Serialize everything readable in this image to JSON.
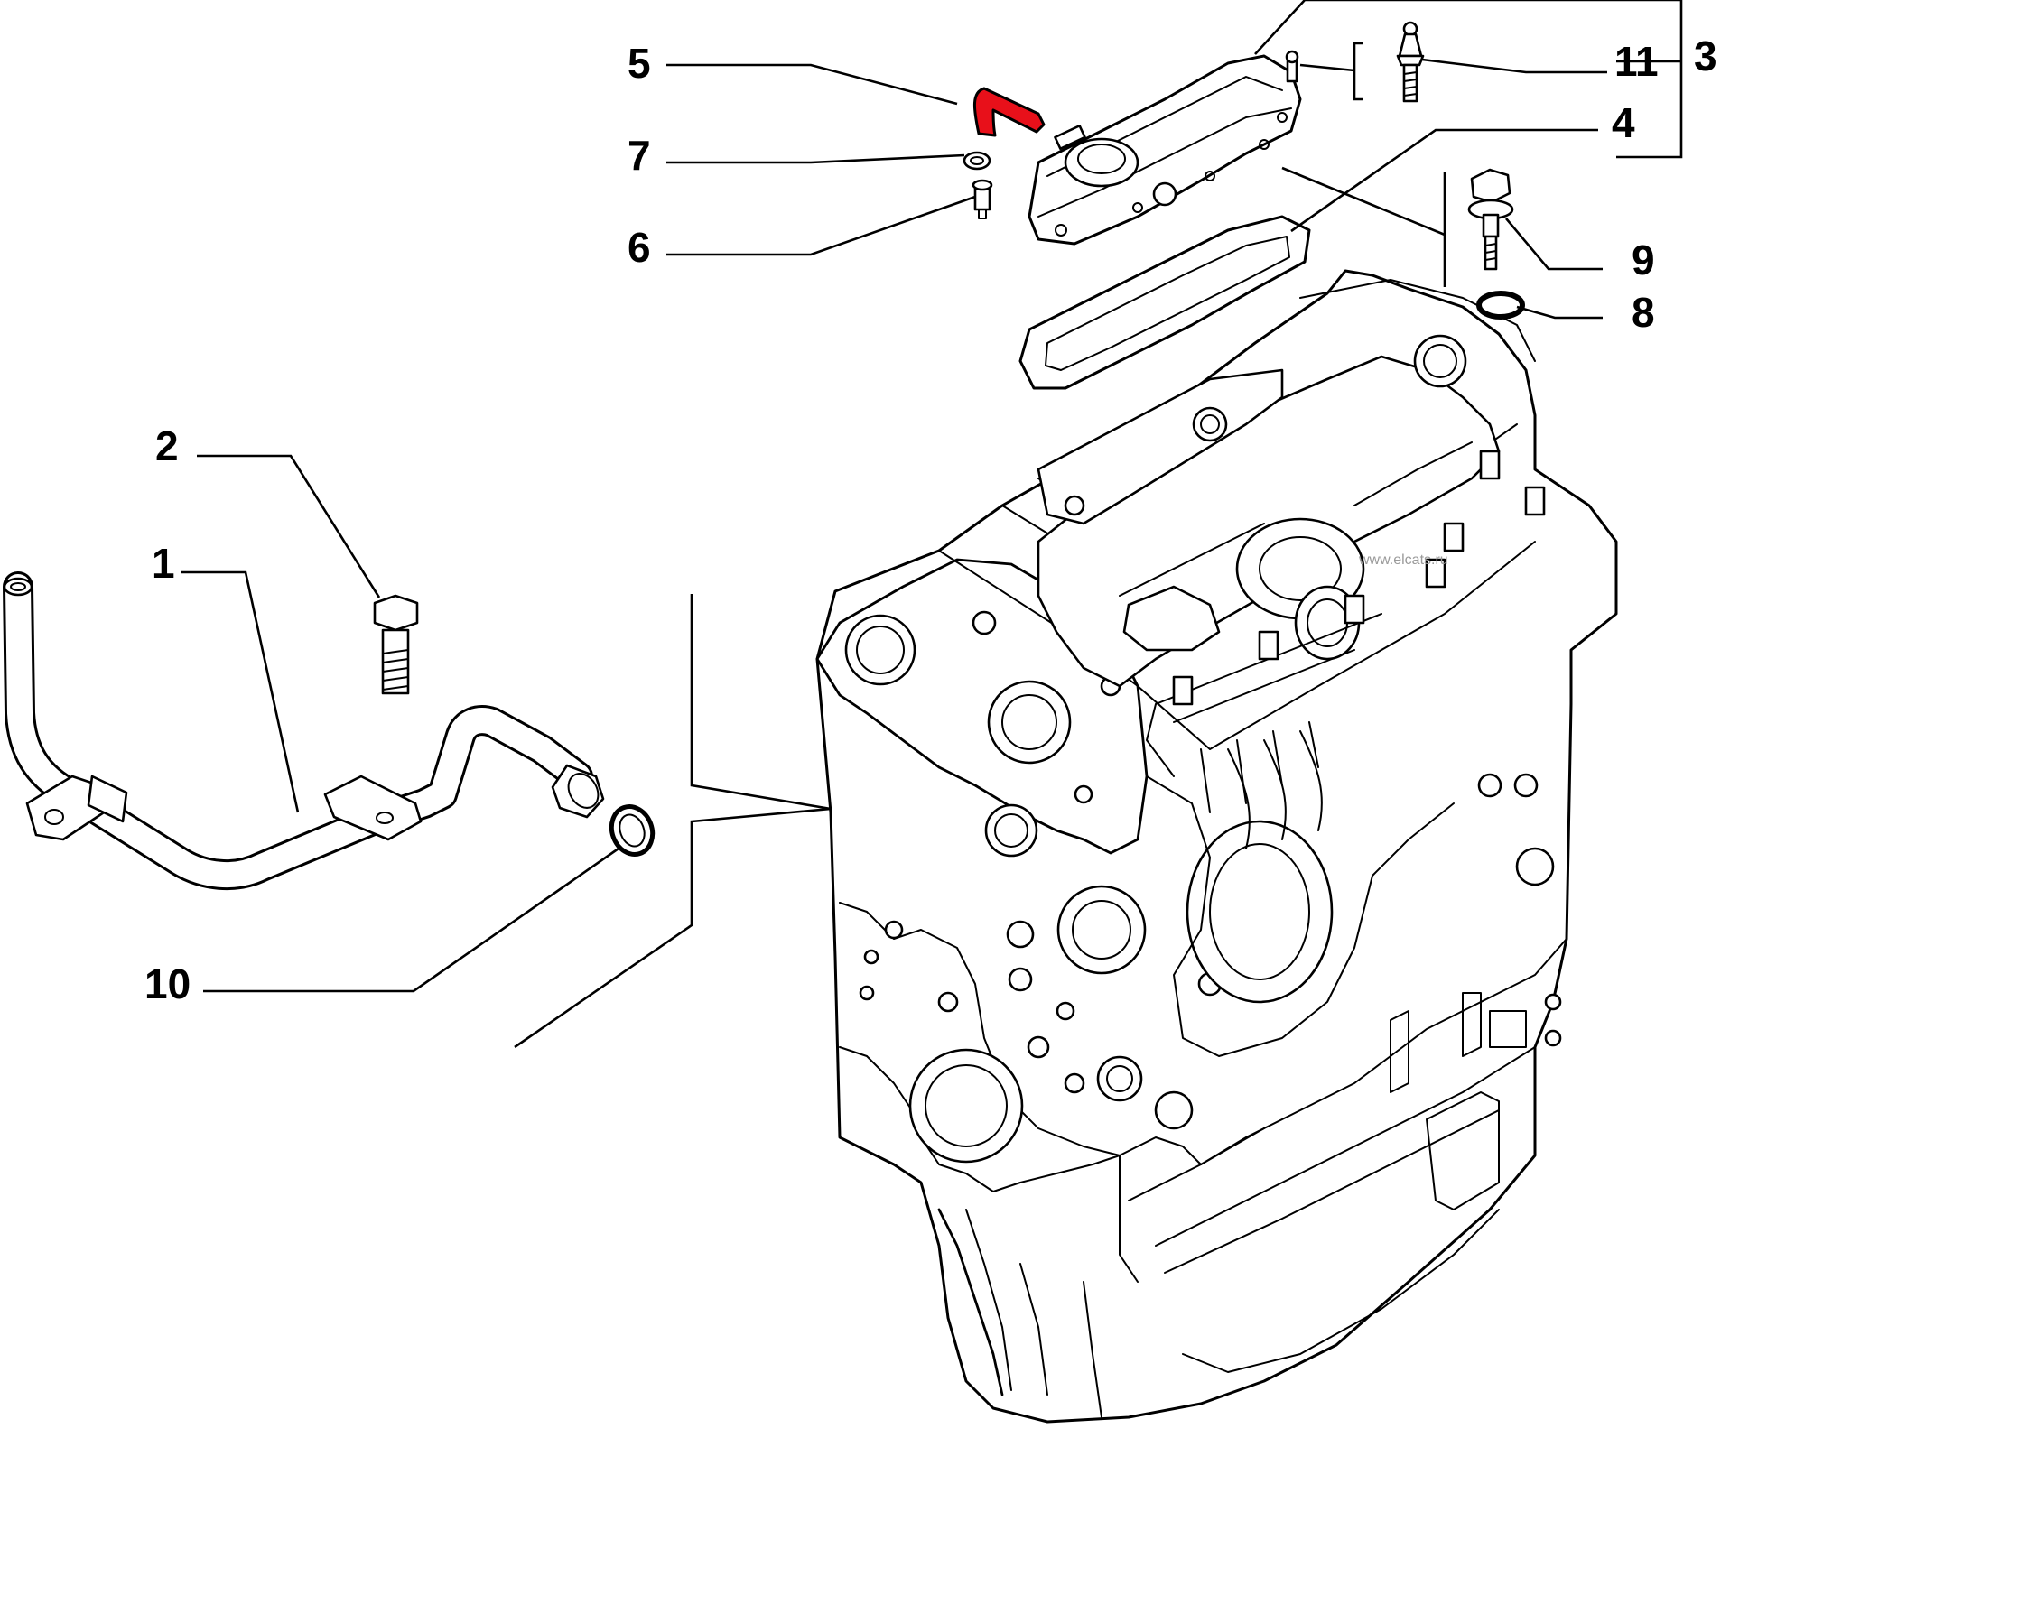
{
  "callouts": {
    "c1": "1",
    "c2": "2",
    "c3": "3",
    "c4": "4",
    "c5": "5",
    "c6": "6",
    "c7": "7",
    "c8": "8",
    "c9": "9",
    "c10": "10",
    "c11": "11"
  },
  "highlighted_part": "5",
  "watermark": "www.elcats.ru",
  "colors": {
    "line": "#000000",
    "highlight": "#e8101a",
    "background": "#ffffff",
    "watermark": "#9a9a9a"
  }
}
